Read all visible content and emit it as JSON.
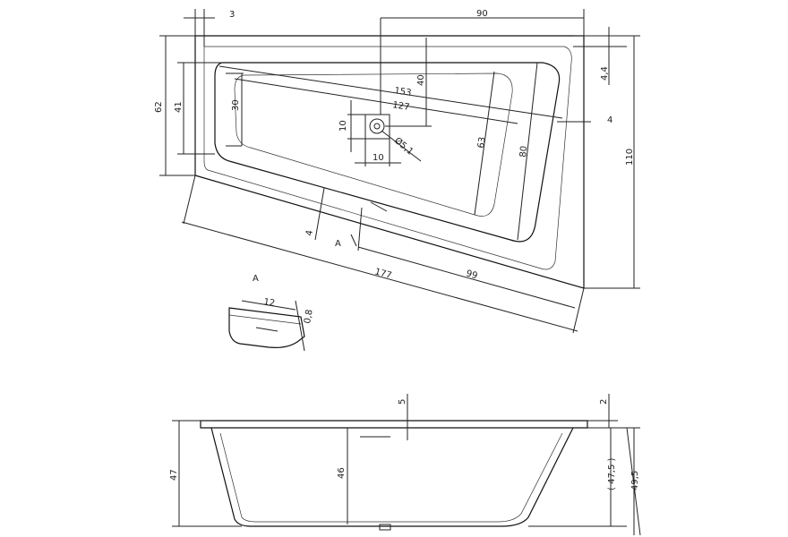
{
  "colors": {
    "line": "#222222",
    "background": "#ffffff"
  },
  "top_view": {
    "dims": {
      "d3": "3",
      "d90": "90",
      "d4_4": "4,4",
      "d4_right": "4",
      "d110": "110",
      "d62": "62",
      "d41": "41",
      "d30": "30",
      "d153": "153",
      "d127": "127",
      "d40": "40",
      "d10_v": "10",
      "d10_h": "10",
      "d5_1": "Ø5,1",
      "d63": "63",
      "d80": "80",
      "d4_bottom": "4",
      "section_a": "A",
      "d177": "177",
      "d99": "99"
    }
  },
  "detail_a": {
    "label": "A",
    "dims": {
      "d12": "12",
      "d0_8": "0,8"
    }
  },
  "side_view": {
    "dims": {
      "d5": "5",
      "d2": "2",
      "d47": "47",
      "d46": "46",
      "d47_5": "( 47,5 )",
      "d49_5": "49,5"
    }
  }
}
